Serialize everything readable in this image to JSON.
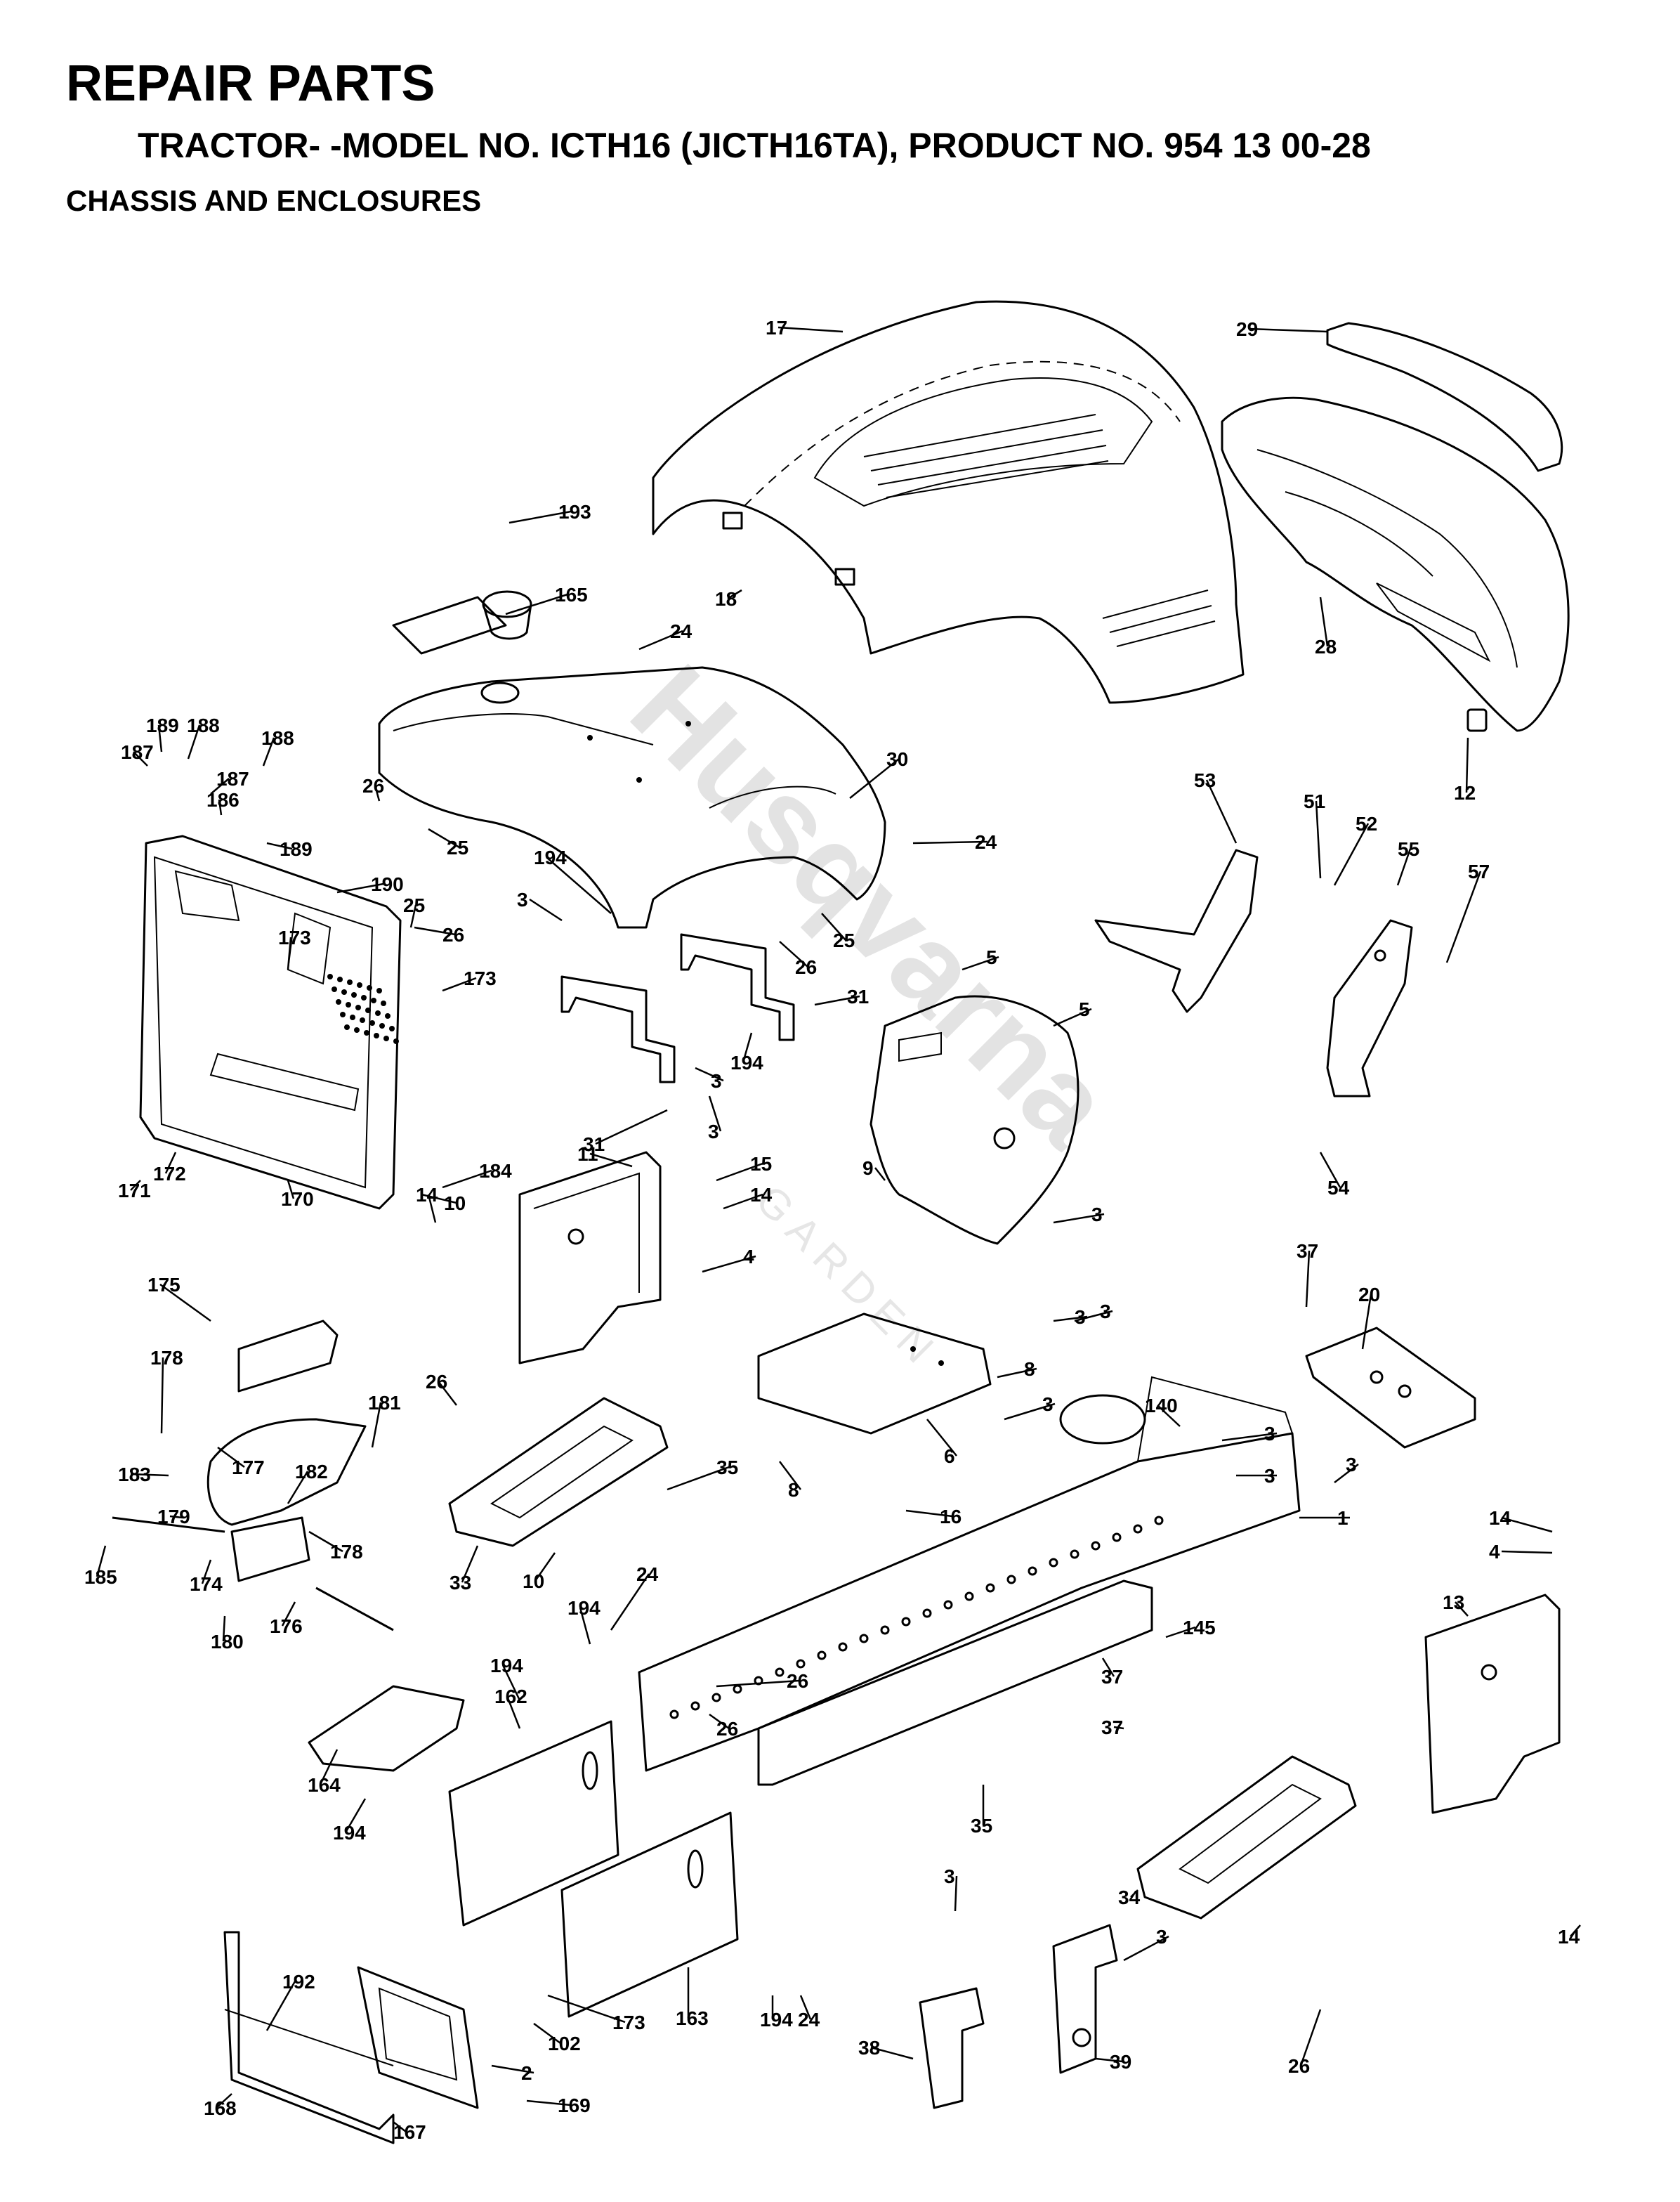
{
  "header": {
    "title": "REPAIR PARTS",
    "subtitle": "TRACTOR- -MODEL NO. ICTH16 (JICTH16TA), PRODUCT NO. 954 13 00-28",
    "section": "CHASSIS AND ENCLOSURES"
  },
  "watermark": {
    "brand": "Husqvarna",
    "sub": "GARDEN"
  },
  "callouts": [
    "17",
    "29",
    "193",
    "18",
    "165",
    "24",
    "28",
    "12",
    "189",
    "188",
    "187",
    "188",
    "187",
    "186",
    "189",
    "26",
    "25",
    "30",
    "24",
    "190",
    "173",
    "25",
    "26",
    "173",
    "194",
    "3",
    "26",
    "25",
    "53",
    "51",
    "52",
    "55",
    "57",
    "5",
    "5",
    "31",
    "194",
    "3",
    "31",
    "3",
    "172",
    "171",
    "184",
    "10",
    "170",
    "9",
    "54",
    "11",
    "14",
    "15",
    "14",
    "3",
    "4",
    "3",
    "175",
    "178",
    "181",
    "26",
    "37",
    "20",
    "3",
    "8",
    "3",
    "140",
    "3",
    "183",
    "177",
    "182",
    "179",
    "178",
    "35",
    "6",
    "3",
    "8",
    "16",
    "185",
    "174",
    "33",
    "10",
    "1",
    "14",
    "4",
    "3",
    "176",
    "180",
    "194",
    "24",
    "37",
    "145",
    "13",
    "37",
    "194",
    "162",
    "26",
    "26",
    "164",
    "35",
    "194",
    "34",
    "14",
    "3",
    "38",
    "3",
    "173",
    "102",
    "163",
    "194",
    "24",
    "39",
    "26",
    "192",
    "2",
    "169",
    "168",
    "167"
  ]
}
